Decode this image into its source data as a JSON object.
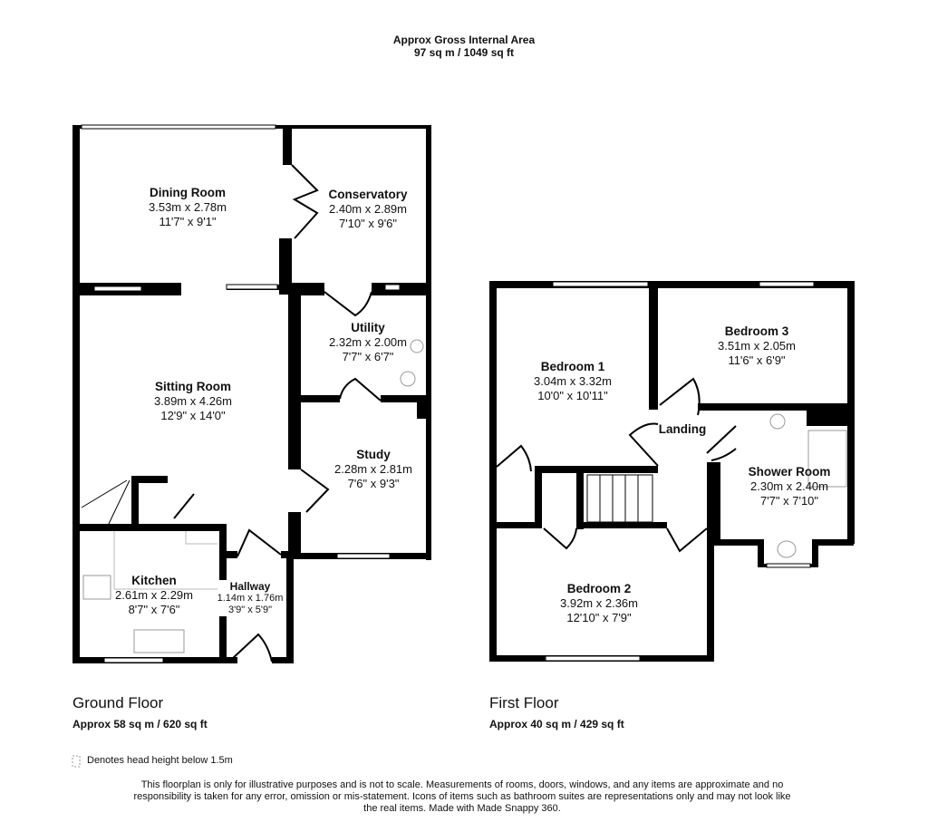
{
  "header": {
    "line1": "Approx Gross Internal Area",
    "line2": "97 sq m / 1049 sq ft"
  },
  "ground_floor": {
    "label": "Ground Floor",
    "area": "Approx 58 sq m / 620 sq ft",
    "rooms": [
      {
        "name": "Dining Room",
        "metric": "3.53m x 2.78m",
        "imperial": "11'7\" x 9'1\""
      },
      {
        "name": "Conservatory",
        "metric": "2.40m x 2.89m",
        "imperial": "7'10\" x 9'6\""
      },
      {
        "name": "Utility",
        "metric": "2.32m x 2.00m",
        "imperial": "7'7\" x 6'7\""
      },
      {
        "name": "Sitting Room",
        "metric": "3.89m x 4.26m",
        "imperial": "12'9\" x 14'0\""
      },
      {
        "name": "Study",
        "metric": "2.28m x 2.81m",
        "imperial": "7'6\" x 9'3\""
      },
      {
        "name": "Kitchen",
        "metric": "2.61m x 2.29m",
        "imperial": "8'7\" x 7'6\""
      },
      {
        "name": "Hallway",
        "metric": "1.14m x 1.76m",
        "imperial": "3'9\" x 5'9\""
      }
    ]
  },
  "first_floor": {
    "label": "First Floor",
    "area": "Approx 40 sq m / 429 sq ft",
    "rooms": [
      {
        "name": "Bedroom 1",
        "metric": "3.04m x 3.32m",
        "imperial": "10'0\" x 10'11\""
      },
      {
        "name": "Bedroom 3",
        "metric": "3.51m x 2.05m",
        "imperial": "11'6\" x 6'9\""
      },
      {
        "name": "Landing"
      },
      {
        "name": "Shower Room",
        "metric": "2.30m x 2.40m",
        "imperial": "7'7\" x 7'10\""
      },
      {
        "name": "Bedroom 2",
        "metric": "3.92m x 2.36m",
        "imperial": "12'10\" x 7'9\""
      }
    ]
  },
  "legend": {
    "head_height": "Denotes head height below 1.5m"
  },
  "disclaimer": "This floorplan is only for illustrative purposes and is not to scale. Measurements of rooms, doors, windows, and any items are approximate and no responsibility is taken for any error, omission or mis-statement. Icons of items such as bathroom suites are representations only and may not look like the real items. Made with Made Snappy 360."
}
